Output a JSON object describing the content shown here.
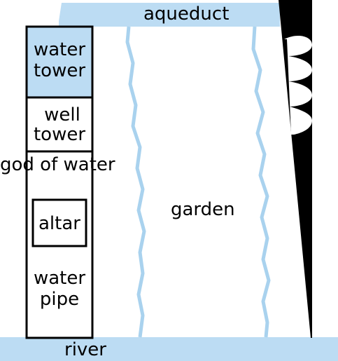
{
  "labels": {
    "aqueduct": "aqueduct",
    "water_tower": [
      "water",
      "tower"
    ],
    "well_tower": [
      "well",
      "tower"
    ],
    "god_of_water": "god of water",
    "altar": "altar",
    "water_pipe": [
      "water",
      "pipe"
    ],
    "garden": "garden",
    "river": "river"
  },
  "colors": {
    "water": "#bcdcf3",
    "stream": "#a9d2ee",
    "outline": "#000000",
    "background": "#ffffff",
    "wall": "#000000"
  }
}
